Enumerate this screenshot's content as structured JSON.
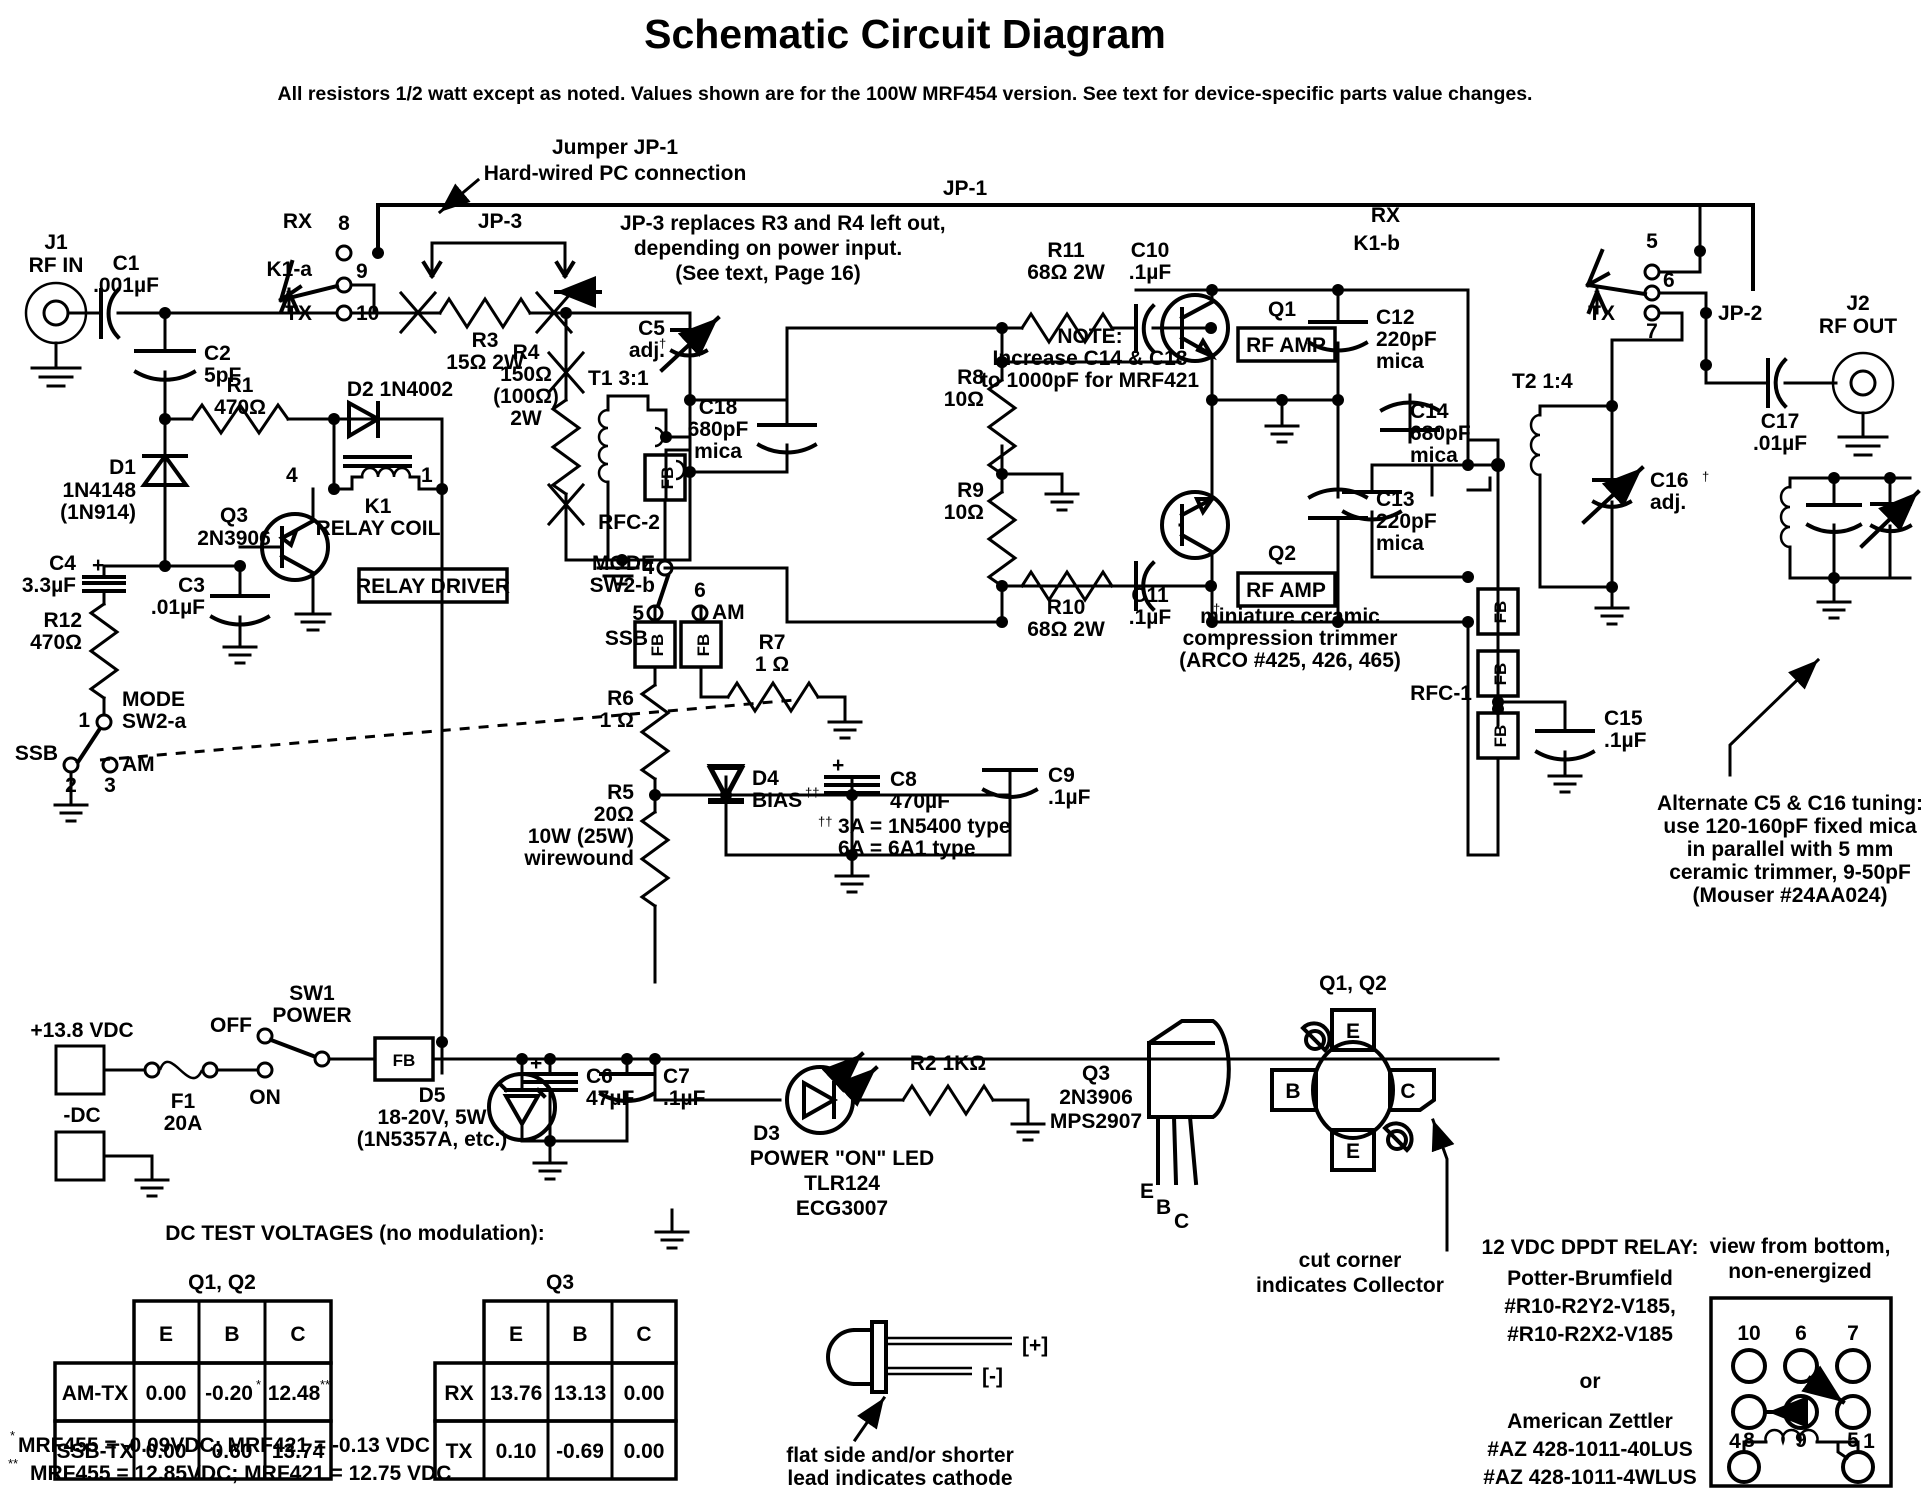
{
  "title": "Schematic Circuit Diagram",
  "subtitle": "All resistors 1/2 watt except as noted.   Values shown are for the 100W MRF454 version.  See text for device-specific parts value changes.",
  "annotations": {
    "jumper_jp1_l1": "Jumper JP-1",
    "jumper_jp1_l2": "Hard-wired PC connection",
    "jp1_label": "JP-1",
    "jp3_label": "JP-3",
    "jp2_label": "JP-2",
    "jp3_note_l1": "JP-3  replaces R3 and R4 left out,",
    "jp3_note_l2": "depending on power input.",
    "jp3_note_l3": "(See text, Page 16)",
    "note_l1": "NOTE:",
    "note_l2": "Increase C14 & C18",
    "note_l3": "to 1000pF for MRF421",
    "trimmer_l1": "miniature ceramic",
    "trimmer_l2": "compression trimmer",
    "trimmer_l3": "(ARCO #425, 426, 465)",
    "alt_l1": "Alternate C5 & C16 tuning:",
    "alt_l2": "use 120-160pF fixed mica",
    "alt_l3": "in parallel with 5 mm",
    "alt_l4": "ceramic trimmer, 9-50pF",
    "alt_l5": "(Mouser #24AA024)",
    "dagger2_l1": "3A = 1N5400 type",
    "dagger2_l2": "6A = 6A1 type",
    "led_note_l1": "flat side and/or shorter",
    "led_note_l2": "lead indicates cathode",
    "led_plus": "[+]",
    "led_minus": "[-]",
    "cut_corner_l1": "cut corner",
    "cut_corner_l2": "indicates Collector",
    "relay_view_l1": "view from bottom,",
    "relay_view_l2": "non-energized",
    "relay_title": "12 VDC DPDT RELAY:",
    "relay_mfr1": "Potter-Brumfield",
    "relay_pn1": "#R10-R2Y2-V185,",
    "relay_pn2": "#R10-R2X2-V185",
    "relay_or": "or",
    "relay_mfr2": "American Zettler",
    "relay_pn3": "#AZ 428-1011-40LUS",
    "relay_pn4": "#AZ 428-1011-4WLUS"
  },
  "connectors": {
    "j1_l1": "J1",
    "j1_l2": "RF IN",
    "j2_l1": "J2",
    "j2_l2": "RF OUT",
    "pwr_in": "+13.8 VDC",
    "pwr_neg": "-DC"
  },
  "switches": {
    "k1a": "K1-a",
    "k1b": "K1-b",
    "rx": "RX",
    "tx": "TX",
    "pin8": "8",
    "pin9": "9",
    "pin10": "10",
    "pin5": "5",
    "pin6": "6",
    "pin7": "7",
    "sw1_l1": "SW1",
    "sw1_l2": "POWER",
    "off": "OFF",
    "on": "ON",
    "mode": "MODE",
    "sw2a": "SW2-a",
    "sw2b": "SW2-b",
    "ssb": "SSB",
    "am": "AM",
    "p1": "1",
    "p2": "2",
    "p3": "3",
    "p4": "4",
    "p5": "5",
    "p6": "6"
  },
  "components": {
    "C1": {
      "ref": "C1",
      "val": ".001µF"
    },
    "C2": {
      "ref": "C2",
      "val": "5pF"
    },
    "C3": {
      "ref": "C3",
      "val": ".01µF"
    },
    "C4": {
      "ref": "C4",
      "val": "3.3µF"
    },
    "C5": {
      "ref": "C5",
      "val": "adj."
    },
    "C6": {
      "ref": "C6",
      "val": "47µF"
    },
    "C7": {
      "ref": "C7",
      "val": ".1µF"
    },
    "C8": {
      "ref": "C8",
      "val": "470µF"
    },
    "C9": {
      "ref": "C9",
      "val": ".1µF"
    },
    "C10": {
      "ref": "C10",
      "val": ".1µF"
    },
    "C11": {
      "ref": "C11",
      "val": ".1µF"
    },
    "C12": {
      "ref": "C12",
      "val": "220pF",
      "val2": "mica"
    },
    "C13": {
      "ref": "C13",
      "val": "220pF",
      "val2": "mica"
    },
    "C14": {
      "ref": "C14",
      "val": "680pF",
      "val2": "mica"
    },
    "C15": {
      "ref": "C15",
      "val": ".1µF"
    },
    "C16": {
      "ref": "C16",
      "val": "adj."
    },
    "C17": {
      "ref": "C17",
      "val": ".01µF"
    },
    "C18": {
      "ref": "C18",
      "val": "680pF",
      "val2": "mica"
    },
    "R1": {
      "ref": "R1",
      "val": "470Ω"
    },
    "R2": {
      "ref": "R2  1KΩ"
    },
    "R3": {
      "ref": "R3",
      "val": "15Ω  2W"
    },
    "R4": {
      "ref": "R4",
      "val": "150Ω",
      "val2": "(100Ω)",
      "val3": "2W"
    },
    "R5": {
      "ref": "R5",
      "val": "20Ω",
      "val2": "10W (25W)",
      "val3": "wirewound"
    },
    "R6": {
      "ref": "R6",
      "val": "1 Ω"
    },
    "R7": {
      "ref": "R7",
      "val": "1 Ω"
    },
    "R8": {
      "ref": "R8",
      "val": "10Ω"
    },
    "R9": {
      "ref": "R9",
      "val": "10Ω"
    },
    "R10": {
      "ref": "R10",
      "val": "68Ω  2W"
    },
    "R11": {
      "ref": "R11",
      "val": "68Ω  2W"
    },
    "R12": {
      "ref": "R12",
      "val": "470Ω"
    },
    "D1": {
      "ref": "D1",
      "val": "1N4148",
      "val2": "(1N914)"
    },
    "D2": {
      "ref": "D2  1N4002"
    },
    "D3": {
      "ref": "D3",
      "val": "POWER \"ON\" LED",
      "val2": "TLR124",
      "val3": "ECG3007"
    },
    "D4": {
      "ref": "D4",
      "val": "BIAS"
    },
    "D5": {
      "ref": "D5",
      "val": "18-20V, 5W",
      "val2": "(1N5357A, etc.)"
    },
    "Q1": {
      "ref": "Q1",
      "val": "RF AMP"
    },
    "Q2": {
      "ref": "Q2",
      "val": "RF AMP"
    },
    "Q3": {
      "ref": "Q3",
      "val": "2N3906"
    },
    "K1": {
      "ref": "K1",
      "val": "RELAY COIL"
    },
    "F1": {
      "ref": "F1",
      "val": "20A"
    },
    "T1": {
      "ref": "T1  3:1"
    },
    "T2": {
      "ref": "T2  1:4"
    },
    "RFC1": {
      "ref": "RFC-1"
    },
    "RFC2": {
      "ref": "RFC-2"
    },
    "FB": {
      "ref": "FB"
    },
    "relay_driver": "RELAY DRIVER"
  },
  "packages": {
    "q3_l1": "Q3",
    "q3_l2": "2N3906",
    "q3_l3": "MPS2907",
    "q3_pe": "E",
    "q3_pb": "B",
    "q3_pc": "C",
    "q12_title": "Q1, Q2",
    "q12_e1": "E",
    "q12_e2": "E",
    "q12_b": "B",
    "q12_c": "C",
    "relay_pins": [
      "10",
      "6",
      "7",
      "8",
      "9",
      "5",
      "4",
      "1"
    ]
  },
  "tables": {
    "heading": "DC TEST VOLTAGES (no modulation):",
    "q12": {
      "title": "Q1, Q2",
      "columns": [
        "",
        "E",
        "B",
        "C"
      ],
      "rows": [
        {
          "label": "AM-TX",
          "E": "0.00",
          "B": "-0.20",
          "B_sup": "*",
          "C": "12.48",
          "C_sup": "**"
        },
        {
          "label": "SSB-TX",
          "E": "0.00",
          "B": "0.60",
          "B_sup": "",
          "C": "13.74",
          "C_sup": ""
        }
      ]
    },
    "q3": {
      "title": "Q3",
      "columns": [
        "",
        "E",
        "B",
        "C"
      ],
      "rows": [
        {
          "label": "RX",
          "E": "13.76",
          "B": "13.13",
          "C": "0.00"
        },
        {
          "label": "TX",
          "E": "0.10",
          "B": "-0.69",
          "C": "0.00"
        }
      ]
    },
    "footnote1": "MRF455 = -0.09VDC;  MRF421 = -0.13 VDC",
    "footnote2": "MRF455 = 12.85VDC;  MRF421 = 12.75 VDC",
    "fn1_mark": "*",
    "fn2_mark": "**"
  },
  "colors": {
    "ink": "#000000",
    "paper": "#ffffff"
  }
}
